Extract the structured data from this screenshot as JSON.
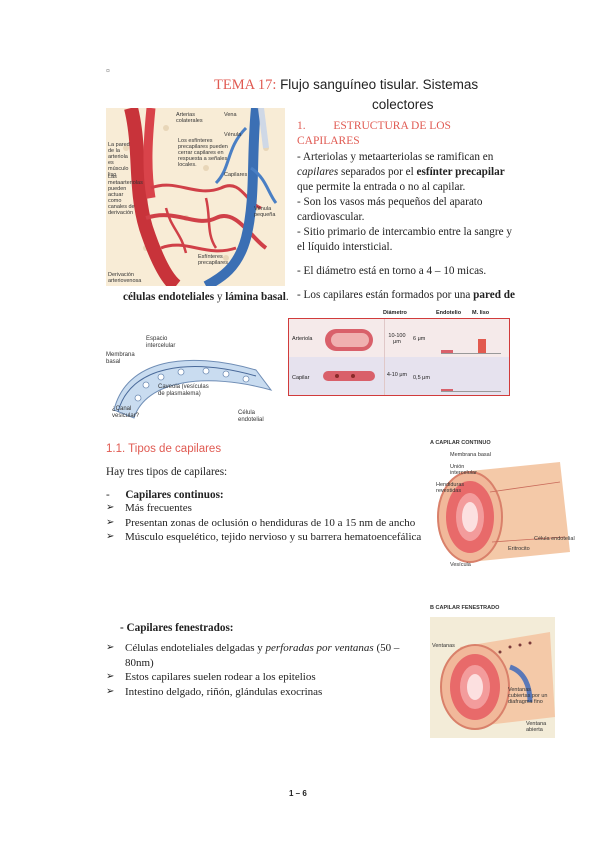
{
  "header": {
    "mark": "¤",
    "tema_label": "TEMA 17:",
    "title_line1": "Flujo sanguíneo tisular. Sistemas",
    "title_line2": "colectores"
  },
  "section1": {
    "number": "1.",
    "title_line1": "ESTRUCTURA DE LOS",
    "title_line2": "CAPILARES",
    "p1_a": "- Arteriolas y metaarteriolas se ramifican en ",
    "p1_italic": "capilares",
    "p1_b": " separados por el ",
    "p1_bold": "esfínter precapilar",
    "p1_c": " que permite la entrada o no al capilar.",
    "p2": "- Son los vasos más pequeños del aparato cardiovascular.",
    "p3": "- Sitio primario de intercambio entre la sangre y el líquido intersticial.",
    "p4": "- El diámetro está en torno a 4 – 10 micas.",
    "p5_a": "- Los capilares están formados por una ",
    "p5_bold1": "pared de",
    "p5_bold2": "células endoteliales",
    "p5_mid": " y ",
    "p5_bold3": "lámina basal",
    "p5_end": "."
  },
  "fig_bed": {
    "labels": {
      "arterias": "Arterias colaterales",
      "vena": "Vena",
      "vénula": "Vénula",
      "pared": "La pared de la arteriola es músculo liso",
      "esfinteres": "Los esfínteres precapilares pueden cerrar capilares en respuesta a señales locales.",
      "metaarteriolas": "Las metaarteriolas pueden actuar como canales de derivación",
      "capilares": "Capilares",
      "venula_pequena": "Vénula pequeña",
      "esfinteres_pre": "Esfínteres precapilares",
      "derivacion": "Derivación arteriovenosa"
    }
  },
  "fig_wall": {
    "labels": {
      "espacio": "Espacio intercelular",
      "membrana": "Membrana basal",
      "caveola": "Caveola (vesículas de plasmalema)",
      "canal": "¿Canal vesicular?",
      "celula": "Célula endotelial"
    }
  },
  "fig_table": {
    "headers": [
      "Diámetro",
      "Endotelio",
      "M. liso"
    ],
    "rows": [
      {
        "name": "Arteriola",
        "diam": "10-100 μm",
        "endo": "6 μm"
      },
      {
        "name": "Capilar",
        "diam": "4-10 μm",
        "endo": "0,5 μm"
      }
    ]
  },
  "section11": {
    "title": "1.1. Tipos de capilares",
    "intro": "Hay tres tipos de capilares:",
    "continuos_dash": "-",
    "continuos_title": "Capilares continuos:",
    "continuos_items": [
      "Más frecuentes",
      "Presentan zonas de oclusión o hendiduras de 10 a 15 nm de ancho",
      "Músculo esquelético, tejido nervioso y su barrera hematoencefálica"
    ],
    "fenestrados_title": "- Capilares fenestrados:",
    "fen_item1_a": "Células endoteliales delgadas y ",
    "fen_item1_italic": "perforadas por ventanas",
    "fen_item1_b": " (50 – 80nm)",
    "fenestrados_items": [
      "Estos capilares suelen rodear a los epitelios",
      "Intestino delgado, riñón, glándulas exocrinas"
    ]
  },
  "fig_continuo": {
    "title_letter": "A",
    "title": "CAPILAR CONTINUO",
    "labels": {
      "membrana": "Membrana basal",
      "union": "Unión intercelular",
      "hendiduras": "Hendiduras revestidas",
      "celula": "Célula endotelial",
      "eritrocito": "Eritrocito",
      "vesicula": "Vesícula"
    }
  },
  "fig_fenestrado": {
    "title_letter": "B",
    "title": "CAPILAR FENESTRADO",
    "labels": {
      "ventanas": "Ventanas",
      "cubiertas": "Ventanas cubiertas por un diafragma fino",
      "abierta": "Ventana abierta"
    }
  },
  "footer": {
    "page": "1 – 6"
  }
}
